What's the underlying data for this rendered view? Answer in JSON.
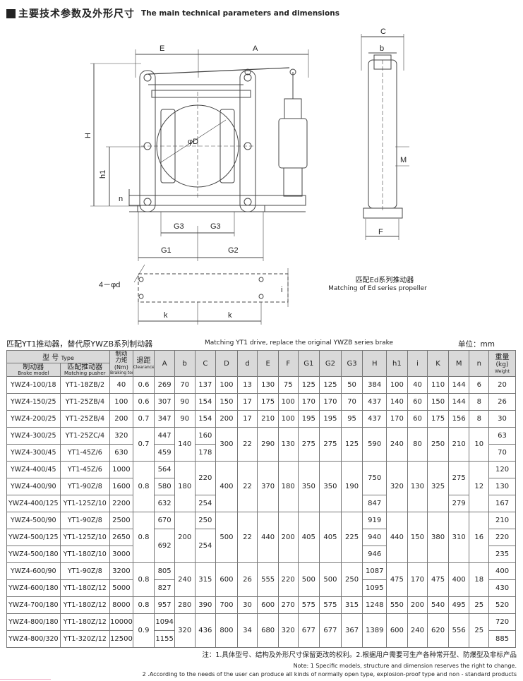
{
  "heading": {
    "cn": "主要技术参数及外形尺寸",
    "en": "The main technical parameters and dimensions"
  },
  "drawing_labels": {
    "E": "E",
    "A": "A",
    "C": "C",
    "b": "b",
    "H": "H",
    "h1": "h1",
    "n": "n",
    "phiD": "φD",
    "M": "M",
    "i": "i",
    "F": "F",
    "G3": "G3",
    "G1": "G1",
    "G2": "G2",
    "hole": "4－φd",
    "k": "k"
  },
  "ed_caption": {
    "cn": "匹配Ed系列推动器",
    "en": "Matching of Ed series propeller"
  },
  "table_title": {
    "cn": "匹配YT1推动器，替代原YWZB系列制动器",
    "en": "Matching YT1 drive, replace the original YWZB series brake",
    "unit": "单位：mm"
  },
  "table_header": {
    "model_cn": "型 号",
    "model_en": "Type",
    "brake_cn": "制动器",
    "brake_en": "Brake model",
    "pusher_cn": "匹配推动器",
    "pusher_en": "Matching pusher",
    "torque_cn1": "制动",
    "torque_cn2": "力矩",
    "torque_unit": "(Nm)",
    "torque_en": "Braking torque",
    "clear_cn": "退距",
    "clear_en": "Clearance",
    "A": "A",
    "b": "b",
    "C": "C",
    "D": "D",
    "d": "d",
    "E": "E",
    "F": "F",
    "G1": "G1",
    "G2": "G2",
    "G3": "G3",
    "H": "H",
    "h1": "h1",
    "i": "i",
    "K": "K",
    "M": "M",
    "n": "n",
    "weight_cn": "重量",
    "weight_unit": "(kg)",
    "weight_en": "Weight"
  },
  "rows": {
    "r1": {
      "model": "YWZ4-100/18",
      "pusher": "YT1-18ZB/2",
      "torque": "40",
      "clear": "0.6",
      "A": "269",
      "b": "70",
      "C": "137",
      "D": "100",
      "d": "13",
      "E": "130",
      "F": "75",
      "G1": "125",
      "G2": "125",
      "G3": "50",
      "H": "384",
      "h1": "100",
      "i": "40",
      "K": "110",
      "M": "144",
      "n": "6",
      "weight": "20"
    },
    "r2": {
      "model": "YWZ4-150/25",
      "pusher": "YT1-25ZB/4",
      "torque": "100",
      "clear": "0.6",
      "A": "307",
      "b": "90",
      "C": "154",
      "D": "150",
      "d": "17",
      "E": "175",
      "F": "100",
      "G1": "170",
      "G2": "170",
      "G3": "70",
      "H": "437",
      "h1": "140",
      "i": "60",
      "K": "150",
      "M": "144",
      "n": "8",
      "weight": "26"
    },
    "r3": {
      "model": "YWZ4-200/25",
      "pusher": "YT1-25ZB/4",
      "torque": "200",
      "clear": "0.7",
      "A": "347",
      "b": "90",
      "C": "154",
      "D": "200",
      "d": "17",
      "E": "210",
      "F": "100",
      "G1": "195",
      "G2": "195",
      "G3": "95",
      "H": "437",
      "h1": "170",
      "i": "60",
      "K": "175",
      "M": "156",
      "n": "8",
      "weight": "30"
    },
    "r4": {
      "model": "YWZ4-300/25",
      "pusher": "YT1-25ZC/4",
      "torque": "320",
      "A": "447",
      "C": "160",
      "weight": "63"
    },
    "r5": {
      "model": "YWZ4-300/45",
      "pusher": "YT1-45Z/6",
      "torque": "630",
      "A": "459",
      "C": "178",
      "weight": "70"
    },
    "g45": {
      "clear": "0.7",
      "b": "140",
      "D": "300",
      "d": "22",
      "E": "290",
      "F": "130",
      "G1": "275",
      "G2": "275",
      "G3": "125",
      "H": "590",
      "h1": "240",
      "i": "80",
      "K": "250",
      "M": "210",
      "n": "10"
    },
    "r6": {
      "model": "YWZ4-400/45",
      "pusher": "YT1-45Z/6",
      "torque": "1000",
      "A": "564",
      "weight": "120"
    },
    "r7": {
      "model": "YWZ4-400/90",
      "pusher": "YT1-90Z/8",
      "torque": "1600",
      "A": "580",
      "weight": "130"
    },
    "r8": {
      "model": "YWZ4-400/125",
      "pusher": "YT1-125Z/10",
      "torque": "2200",
      "A": "632",
      "C": "254",
      "H": "847",
      "M": "279",
      "weight": "167"
    },
    "g678": {
      "clear": "0.8",
      "b": "180",
      "C67": "220",
      "D": "400",
      "d": "22",
      "E": "370",
      "F": "180",
      "G1": "350",
      "G2": "350",
      "G3": "190",
      "H67": "750",
      "h1": "320",
      "i": "130",
      "K": "325",
      "M67": "275",
      "n": "12"
    },
    "r9": {
      "model": "YWZ4-500/90",
      "pusher": "YT1-90Z/8",
      "torque": "2500",
      "A": "670",
      "C": "250",
      "H": "919",
      "weight": "210"
    },
    "r10": {
      "model": "YWZ4-500/125",
      "pusher": "YT1-125Z/10",
      "torque": "2650",
      "H": "940",
      "weight": "220"
    },
    "r11": {
      "model": "YWZ4-500/180",
      "pusher": "YT1-180Z/10",
      "torque": "3000",
      "H": "946",
      "weight": "235"
    },
    "g91011": {
      "clear": "0.8",
      "b": "200",
      "A1011": "692",
      "C1011": "254",
      "D": "500",
      "d": "22",
      "E": "440",
      "F": "200",
      "G1": "405",
      "G2": "405",
      "G3": "225",
      "h1": "440",
      "i": "150",
      "K": "380",
      "M": "310",
      "n": "16"
    },
    "r12": {
      "model": "YWZ4-600/90",
      "pusher": "YT1-90Z/8",
      "torque": "3200",
      "A": "805",
      "H": "1087",
      "weight": "400"
    },
    "r13": {
      "model": "YWZ4-600/180",
      "pusher": "YT1-180Z/12",
      "torque": "5000",
      "A": "827",
      "H": "1095",
      "weight": "430"
    },
    "g1213": {
      "clear": "0.8",
      "b": "240",
      "C": "315",
      "D": "600",
      "d": "26",
      "E": "555",
      "F": "220",
      "G1": "500",
      "G2": "500",
      "G3": "250",
      "h1": "475",
      "i": "170",
      "K": "475",
      "M": "400",
      "n": "18"
    },
    "r14": {
      "model": "YWZ4-700/180",
      "pusher": "YT1-180Z/12",
      "torque": "8000",
      "clear": "0.8",
      "A": "957",
      "b": "280",
      "C": "390",
      "D": "700",
      "d": "30",
      "E": "600",
      "F": "270",
      "G1": "575",
      "G2": "575",
      "G3": "315",
      "H": "1248",
      "h1": "550",
      "i": "200",
      "K": "540",
      "M": "495",
      "n": "25",
      "weight": "520"
    },
    "r15": {
      "model": "YWZ4-800/180",
      "pusher": "YT1-180Z/12",
      "torque": "10000",
      "A": "1094",
      "weight": "720"
    },
    "r16": {
      "model": "YWZ4-800/320",
      "pusher": "YT1-320Z/12",
      "torque": "12500",
      "A": "1155",
      "weight": "885"
    },
    "g1516": {
      "clear": "0.9",
      "b": "320",
      "C": "436",
      "D": "800",
      "d": "34",
      "E": "680",
      "F": "320",
      "G1": "677",
      "G2": "677",
      "G3": "367",
      "H": "1389",
      "h1": "600",
      "i": "240",
      "K": "620",
      "M": "556",
      "n": "25"
    }
  },
  "notes": {
    "cn": "注：1.具体型号、结构及外形尺寸保留更改的权利。2.根据用户需要可生产各种常开型、防爆型及非标产品",
    "en1": "Note: 1 Specific models, structure and dimension reserves the right to change.",
    "en2": "2 .According to the needs of the user can produce all kinds of normally open type, explosion-proof type and non - standard products"
  }
}
